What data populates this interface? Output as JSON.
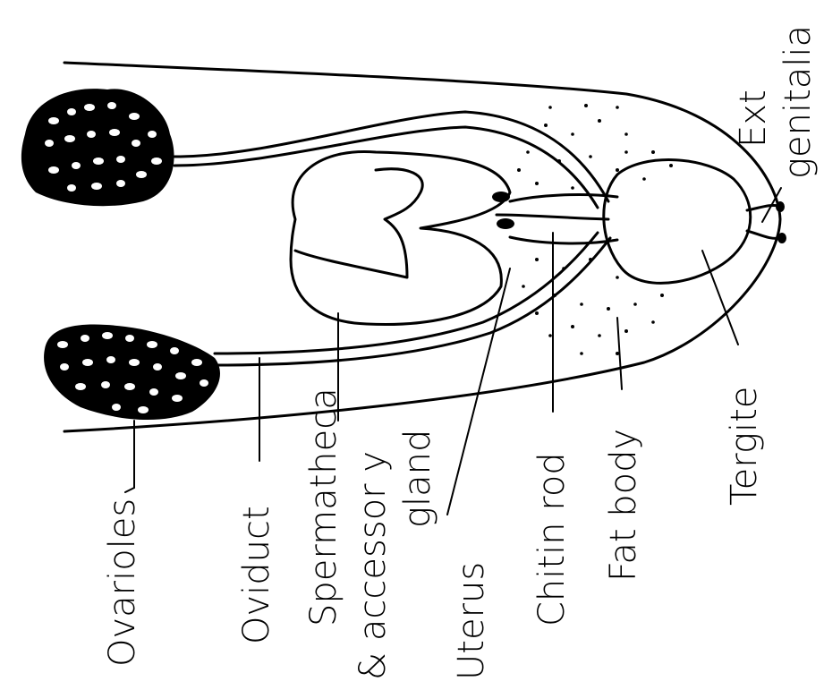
{
  "labels": {
    "ovarioles": "Ovarioles",
    "oviduct": "Oviduct",
    "spermatheca_line1": "Spermatheca",
    "spermatheca_line2": "& accessor y",
    "spermatheca_line3": "gland",
    "uterus": "Uterus",
    "chitin_rod": "Chitin rod",
    "fat_body": "Fat body",
    "tergite": "Tergite",
    "ext_genitalia_line1": "Ext",
    "ext_genitalia_line2": "genitalia"
  }
}
